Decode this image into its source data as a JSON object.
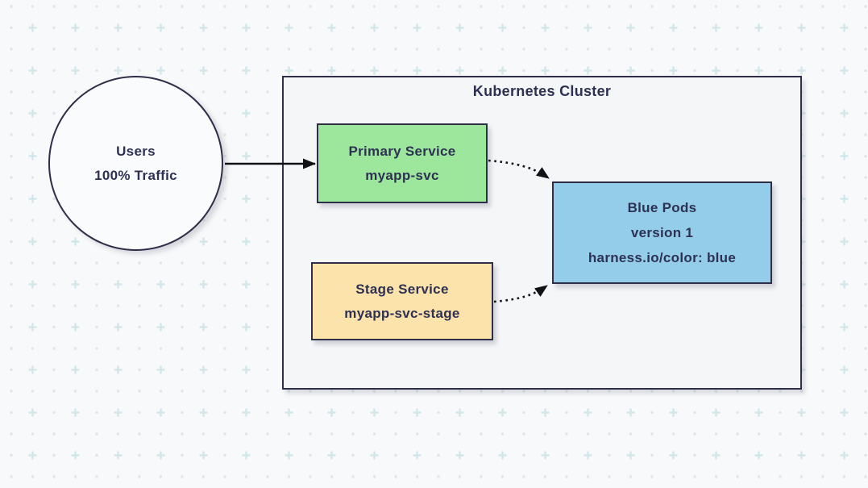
{
  "diagram_type": "kubernetes-blue-green-deployment",
  "cluster": {
    "title": "Kubernetes Cluster"
  },
  "users": {
    "lines": [
      "Users",
      "100% Traffic"
    ]
  },
  "nodes": {
    "primary_service": {
      "lines": [
        "Primary Service",
        "myapp-svc"
      ],
      "fill": "#9ce79c"
    },
    "stage_service": {
      "lines": [
        "Stage Service",
        "myapp-svc-stage"
      ],
      "fill": "#fbe3ab"
    },
    "blue_pods": {
      "lines": [
        "Blue Pods",
        "version 1",
        "harness.io/color: blue"
      ],
      "fill": "#93cdea"
    }
  },
  "edges": [
    {
      "from": "users",
      "to": "primary_service",
      "style": "solid"
    },
    {
      "from": "primary_service",
      "to": "blue_pods",
      "style": "dotted"
    },
    {
      "from": "stage_service",
      "to": "blue_pods",
      "style": "dotted"
    }
  ],
  "colors": {
    "background": "#f8f9fa",
    "cluster_fill": "#f5f6f8",
    "border": "#2e2e48",
    "text": "#2e3153",
    "arrow": "#111118",
    "pattern_dot": "#dde6ec",
    "pattern_plus": "#d2e7e9"
  }
}
